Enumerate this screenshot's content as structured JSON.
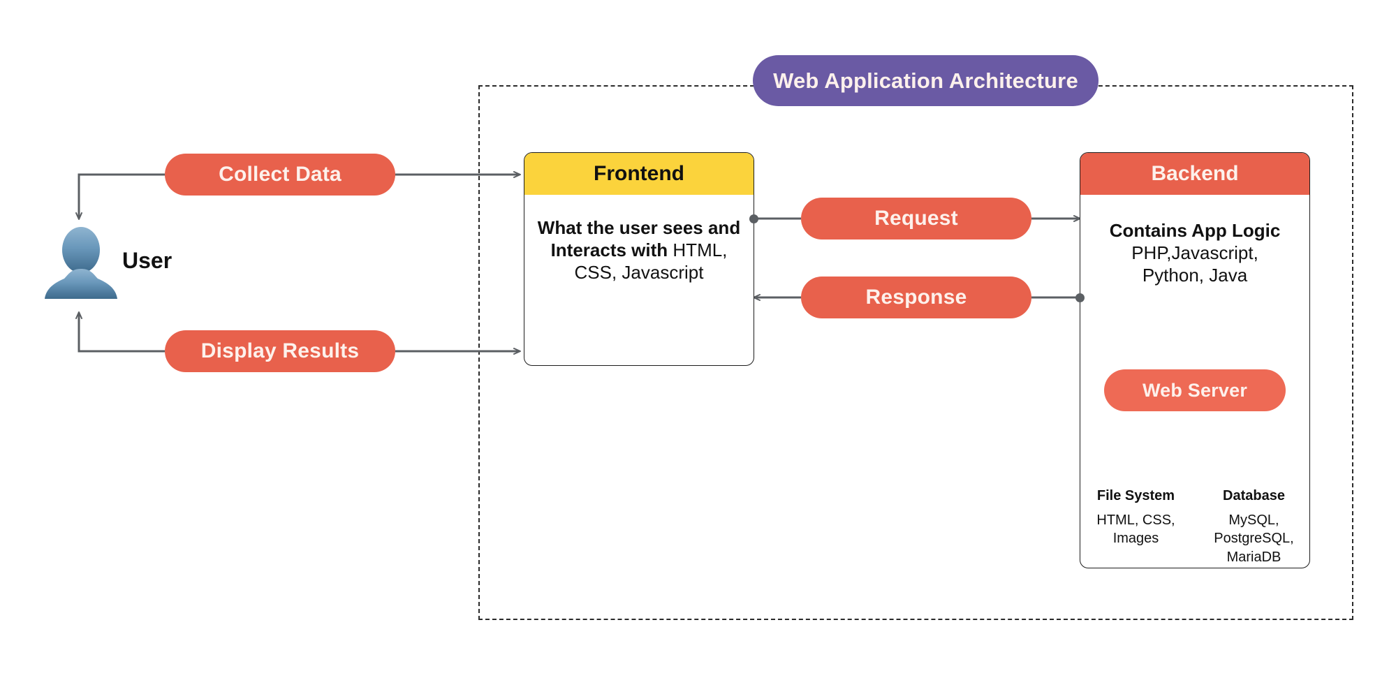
{
  "diagram": {
    "title": "Web Application Architecture",
    "actor": {
      "label": "User",
      "icon": "user-avatar-icon"
    },
    "flow_pills": {
      "collect_data": "Collect Data",
      "display_results": "Display Results",
      "request": "Request",
      "response": "Response"
    },
    "frontend": {
      "header": "Frontend",
      "body_bold": "What the user sees and Interacts with ",
      "body_plain": "HTML, CSS, Javascript"
    },
    "backend": {
      "header": "Backend",
      "logic_title": "Contains App Logic",
      "logic_line1": "PHP,Javascript,",
      "logic_line2": "Python, Java",
      "web_server": "Web Server",
      "columns": [
        {
          "title": "File System",
          "items": "HTML, CSS, Images"
        },
        {
          "title": "Database",
          "items": "MySQL, PostgreSQL, MariaDB"
        }
      ]
    },
    "colors": {
      "accent_red": "#e8614c",
      "accent_yellow": "#fbd33c",
      "accent_purple": "#6a5aa4",
      "line_gray": "#5b5f63",
      "border_black": "#1d1d1d",
      "pill_text": "#fdf1ec"
    }
  }
}
